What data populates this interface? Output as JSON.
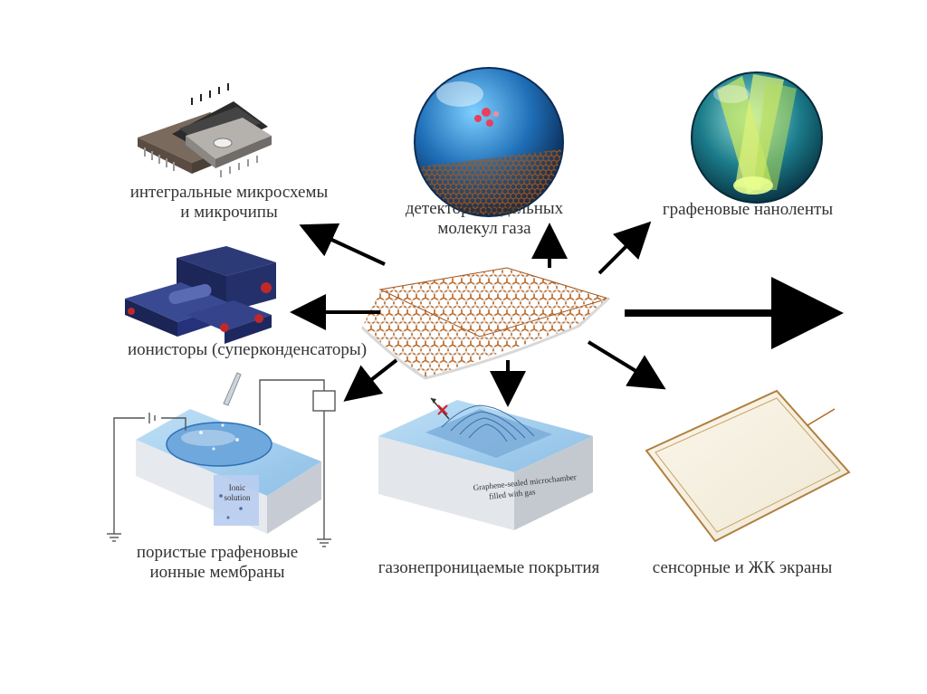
{
  "labels": {
    "chips": [
      "интегральные микросхемы",
      "и микрочипы"
    ],
    "gas_detectors": [
      "детекторы отдельных",
      "молекул газа"
    ],
    "nanoribbons": [
      "графеновые наноленты"
    ],
    "supercapacitors": [
      "ионисторы (суперконденсаторы)"
    ],
    "membranes": [
      "пористые графеновые",
      "ионные мембраны"
    ],
    "coatings": [
      "газонепроницаемые покрытия"
    ],
    "screens": [
      "сенсорные и ЖК экраны"
    ]
  },
  "image_text": {
    "ionic_solution": [
      "Ionic",
      "solution"
    ],
    "microchamber": [
      "Graphene-sealed microchamber",
      "filled with gas"
    ]
  },
  "colors": {
    "arrow": "#000000",
    "label": "#333333",
    "lattice_bond": "#b8621e",
    "lattice_atom": "#e2e2e2",
    "water": "#9cc8ea",
    "sphere_blue": "#1f6fb8",
    "ribbon_green": "#c8e860"
  }
}
